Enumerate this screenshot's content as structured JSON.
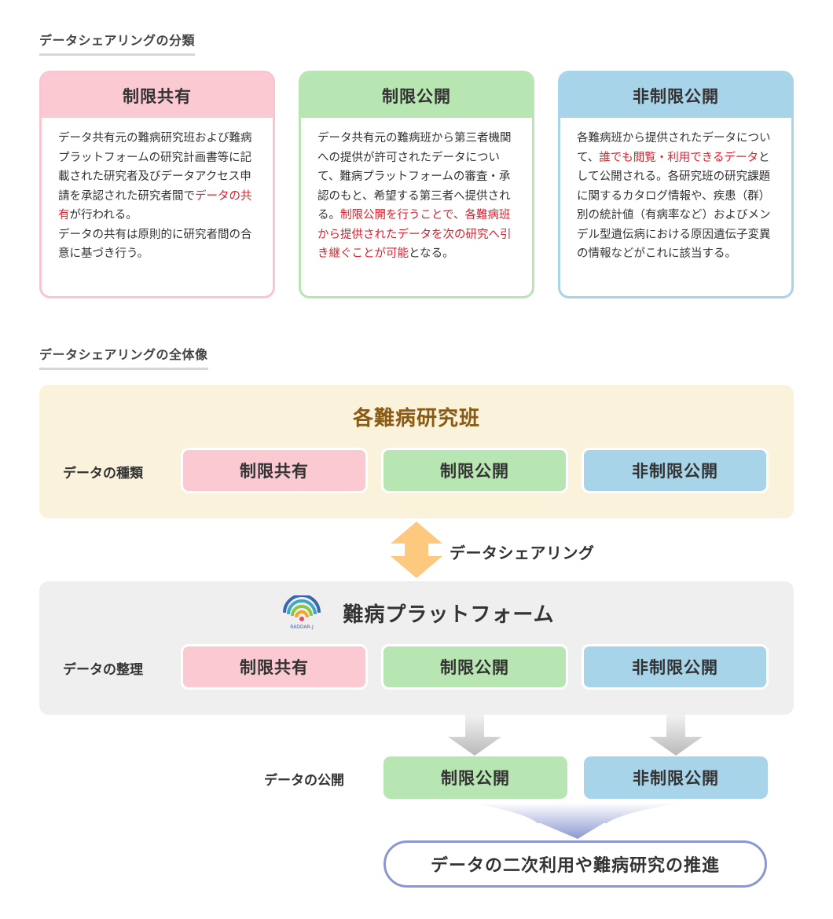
{
  "sections": {
    "classification_title": "データシェアリングの分類",
    "overview_title": "データシェアリングの全体像"
  },
  "cards": [
    {
      "title": "制限共有",
      "border_color": "#f7c6d0",
      "header_color": "#fbc9d2",
      "body": [
        {
          "text": "データ共有元の難病研究班および難病プラットフォームの研究計画書等に記載された研究者及びデータアクセス申請を承認された研究者間で",
          "highlight": false
        },
        {
          "text": "データの共有",
          "highlight": true
        },
        {
          "text": "が行われる。\nデータの共有は原則的に研究者間の合意に基づき行う。",
          "highlight": false
        }
      ]
    },
    {
      "title": "制限公開",
      "border_color": "#b8e6b3",
      "header_color": "#b8e6b3",
      "body": [
        {
          "text": "データ共有元の難病班から第三者機関への提供が許可されたデータについて、難病プラットフォームの審査・承認のもと、希望する第三者へ提供される。",
          "highlight": false
        },
        {
          "text": "制限公開を行うことで、各難病班から提供されたデータを次の研究へ引き継ぐことが可能",
          "highlight": true
        },
        {
          "text": "となる。",
          "highlight": false
        }
      ]
    },
    {
      "title": "非制限公開",
      "border_color": "#a8d4ea",
      "header_color": "#a8d4ea",
      "body": [
        {
          "text": "各難病班から提供されたデータについて、",
          "highlight": false
        },
        {
          "text": "誰でも閲覧・利用できるデータ",
          "highlight": true
        },
        {
          "text": "として公開される。各研究班の研究課題に関するカタログ情報や、疾患（群）別の統計値（有病率など）およびメンデル型遺伝病における原因遺伝子変異の情報などがこれに該当する。",
          "highlight": false
        }
      ]
    }
  ],
  "research_groups": {
    "title": "各難病研究班",
    "row_label": "データの種類",
    "items": [
      "制限共有",
      "制限公開",
      "非制限公開"
    ]
  },
  "sharing_arrow_label": "データシェアリング",
  "platform": {
    "title": "難病プラットフォーム",
    "logo_text": "RADDAR-J",
    "row_label": "データの整理",
    "items": [
      "制限共有",
      "制限公開",
      "非制限公開"
    ]
  },
  "publication": {
    "row_label": "データの公開",
    "items": [
      "制限公開",
      "非制限公開"
    ]
  },
  "final_goal": "データの二次利用や難病研究の推進",
  "colors": {
    "limited_share": "#fbc9d2",
    "limited_public": "#b8e6b3",
    "unrestricted_public": "#a8d4ea",
    "group_panel": "#fbf2dc",
    "platform_panel": "#efefef",
    "group_title": "#8a5a12",
    "arrow": "#fcc97e",
    "final_border": "#8c97d2",
    "highlight": "#e0202c"
  }
}
